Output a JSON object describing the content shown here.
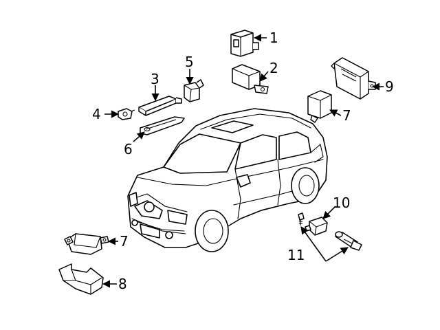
{
  "colors": {
    "ink": "#000000",
    "paper": "#ffffff"
  },
  "callouts": {
    "c1": "1",
    "c2": "2",
    "c3": "3",
    "c4": "4",
    "c5": "5",
    "c6": "6",
    "c7a": "7",
    "c7b": "7",
    "c8": "8",
    "c9": "9",
    "c10": "10",
    "c11": "11"
  }
}
